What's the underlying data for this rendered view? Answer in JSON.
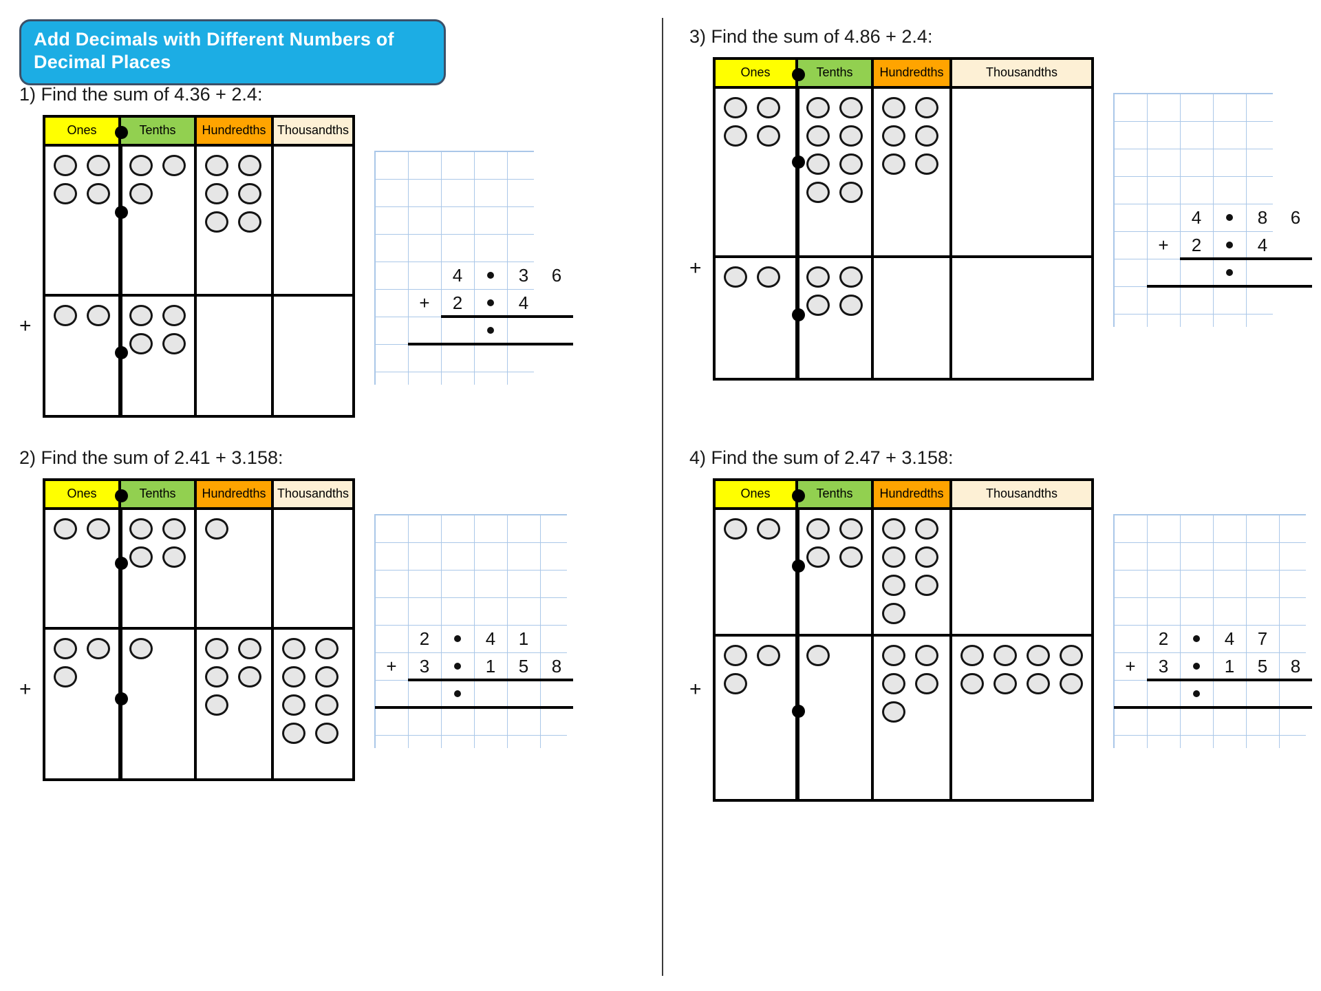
{
  "title": "Add Decimals with Different Numbers of Decimal Places",
  "colors": {
    "banner_bg": "#1CADE4",
    "banner_border": "#3C5068",
    "ones": "#FFFF00",
    "tenths": "#92D050",
    "hundredths": "#FFA400",
    "thousandths": "#FDF0D5",
    "counter_fill": "#E6E6E6",
    "counter_stroke": "#141414",
    "grid_line": "#AAC7E8"
  },
  "headers": [
    "Ones",
    "Tenths",
    "Hundredths",
    "Thousandths"
  ],
  "plus_symbol": "+",
  "decimal_point": "•",
  "problems": [
    {
      "number": "1",
      "prompt": "1) Find the sum of 4.36 + 2.4:",
      "addend1": {
        "ones": 4,
        "tenths": 3,
        "hundredths": 6,
        "thousandths": 0
      },
      "addend2": {
        "ones": 2,
        "tenths": 4,
        "hundredths": 0,
        "thousandths": 0
      },
      "calc": {
        "top_digits": [
          "4",
          "•",
          "3",
          "6"
        ],
        "bottom_digits": [
          "2",
          "•",
          "4",
          ""
        ],
        "plus": "+",
        "answer_digits": [
          "",
          "•",
          "",
          ""
        ]
      }
    },
    {
      "number": "2",
      "prompt": "2) Find the sum of 2.41 + 3.158:",
      "addend1": {
        "ones": 2,
        "tenths": 4,
        "hundredths": 1,
        "thousandths": 0
      },
      "addend2": {
        "ones": 3,
        "tenths": 1,
        "hundredths": 5,
        "thousandths": 8
      },
      "calc": {
        "top_digits": [
          "2",
          "•",
          "4",
          "1",
          ""
        ],
        "bottom_digits": [
          "3",
          "•",
          "1",
          "5",
          "8"
        ],
        "plus": "+",
        "answer_digits": [
          "",
          "•",
          "",
          "",
          ""
        ]
      }
    },
    {
      "number": "3",
      "prompt": "3) Find the sum of 4.86 + 2.4:",
      "addend1": {
        "ones": 4,
        "tenths": 8,
        "hundredths": 6,
        "thousandths": 0
      },
      "addend2": {
        "ones": 2,
        "tenths": 4,
        "hundredths": 0,
        "thousandths": 0
      },
      "calc": {
        "top_digits": [
          "4",
          "•",
          "8",
          "6"
        ],
        "bottom_digits": [
          "2",
          "•",
          "4",
          ""
        ],
        "plus": "+",
        "answer_digits": [
          "",
          "•",
          "",
          ""
        ]
      }
    },
    {
      "number": "4",
      "prompt": "4) Find the sum of 2.47 + 3.158:",
      "addend1": {
        "ones": 2,
        "tenths": 4,
        "hundredths": 7,
        "thousandths": 0
      },
      "addend2": {
        "ones": 3,
        "tenths": 1,
        "hundredths": 5,
        "thousandths": 8
      },
      "calc": {
        "top_digits": [
          "2",
          "•",
          "4",
          "7",
          ""
        ],
        "bottom_digits": [
          "3",
          "•",
          "1",
          "5",
          "8"
        ],
        "plus": "+",
        "answer_digits": [
          "",
          "•",
          "",
          "",
          ""
        ]
      }
    }
  ]
}
